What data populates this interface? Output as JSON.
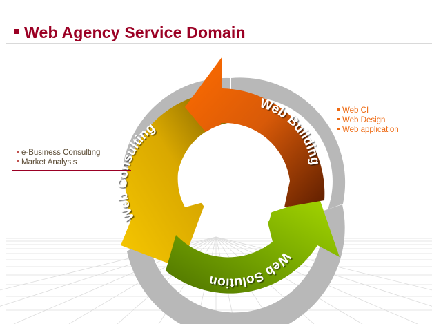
{
  "title": "Web Agency Service Domain",
  "colors": {
    "title": "#9b0024",
    "consulting": "#e6b800",
    "building": "#d0520a",
    "solution": "#7fae12",
    "left_notes_text": "#5a4a33",
    "right_notes_text": "#ee6a12"
  },
  "cycle": {
    "segments": [
      {
        "label": "Web Consulting",
        "color_start": "#f7c600",
        "color_end": "#8a6a00"
      },
      {
        "label": "Web Building",
        "color_start": "#f56a00",
        "color_end": "#6a2200"
      },
      {
        "label": "Web Solution",
        "color_start": "#9ccd00",
        "color_end": "#4a7000"
      }
    ]
  },
  "notes": {
    "left": [
      "e-Business Consulting",
      "Market Analysis"
    ],
    "right": [
      "Web CI",
      "Web Design",
      "Web application"
    ]
  }
}
